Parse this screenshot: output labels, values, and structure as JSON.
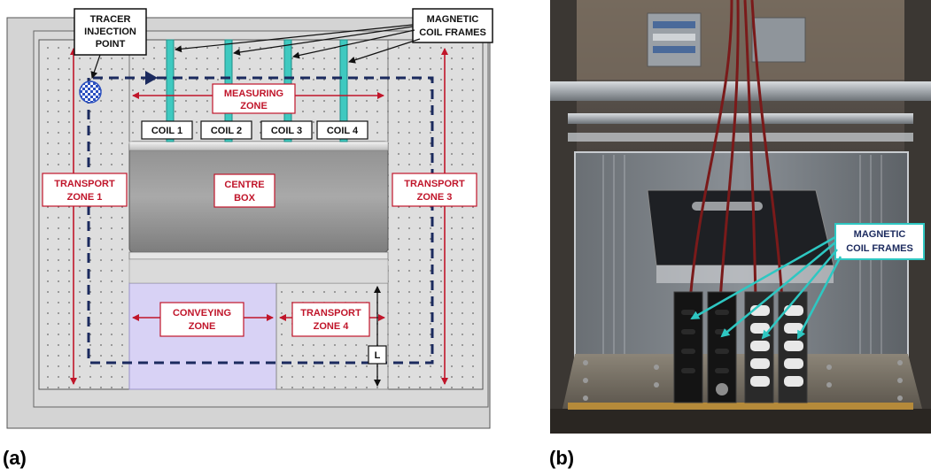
{
  "panel_a": {
    "letter": "(a)",
    "callouts": {
      "tracer_line1": "TRACER",
      "tracer_line2": "INJECTION",
      "tracer_line3": "POINT",
      "magnetic_line1": "MAGNETIC",
      "magnetic_line2": "COIL FRAMES"
    },
    "coils": [
      "COIL 1",
      "COIL 2",
      "COIL 3",
      "COIL 4"
    ],
    "zones": {
      "measuring_line1": "MEASURING",
      "measuring_line2": "ZONE",
      "transport1_line1": "TRANSPORT",
      "transport1_line2": "ZONE 1",
      "transport3_line1": "TRANSPORT",
      "transport3_line2": "ZONE 3",
      "centre_line1": "CENTRE",
      "centre_line2": "BOX",
      "conveying_line1": "CONVEYING",
      "conveying_line2": "ZONE",
      "transport4_line1": "TRANSPORT",
      "transport4_line2": "ZONE 4",
      "length_label": "L"
    },
    "colors": {
      "frame_fill": "#d6d6d6",
      "coil_bar": "#3fc9c0",
      "zone_text": "#c0152a",
      "arrow_red": "#c0152a",
      "path_dash": "#1b2a5e",
      "conveying_fill": "#d8d2f5"
    }
  },
  "panel_b": {
    "letter": "(b)",
    "callout_line1": "MAGNETIC",
    "callout_line2": "COIL FRAMES",
    "colors": {
      "callout_border": "#2ec7c2",
      "callout_text": "#1b2a5e",
      "arrow": "#2ec7c2"
    }
  }
}
